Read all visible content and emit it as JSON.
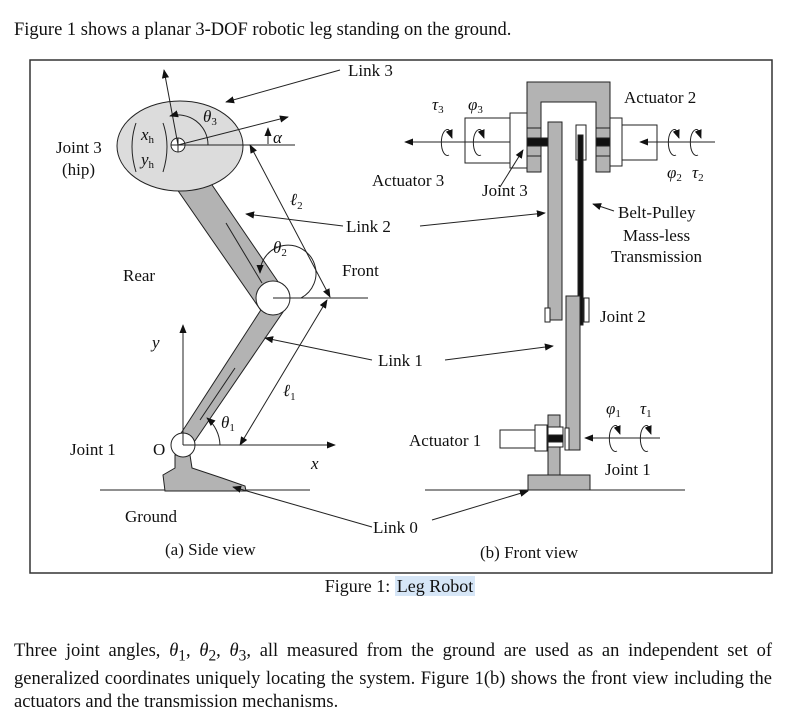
{
  "intro": "Figure 1 shows a planar 3-DOF robotic leg standing on the ground.",
  "figure": {
    "caption_prefix": "Figure 1:",
    "caption_highlight": "Leg Robot",
    "highlight_color": "#d6e6f7",
    "side_view": {
      "title": "(a) Side view",
      "joint3": "Joint 3",
      "hip": "(hip)",
      "xh": {
        "sym": "x",
        "sub": "h"
      },
      "yh": {
        "sym": "y",
        "sub": "h"
      },
      "theta3": {
        "sym": "θ",
        "sub": "3"
      },
      "alpha": "α",
      "l2": {
        "sym": "ℓ",
        "sub": "2"
      },
      "theta2": {
        "sym": "θ",
        "sub": "2"
      },
      "l1": {
        "sym": "ℓ",
        "sub": "1"
      },
      "theta1": {
        "sym": "θ",
        "sub": "1"
      },
      "rear": "Rear",
      "front": "Front",
      "y_axis": "y",
      "x_axis": "x",
      "origin": "O",
      "joint1": "Joint 1",
      "ground": "Ground"
    },
    "shared_labels": {
      "link3": "Link 3",
      "link2": "Link 2",
      "link1": "Link 1",
      "link0": "Link 0"
    },
    "front_view": {
      "title": "(b) Front view",
      "actuator2": "Actuator 2",
      "actuator3": "Actuator 3",
      "actuator1": "Actuator 1",
      "joint3": "Joint 3",
      "joint2": "Joint 2",
      "joint1": "Joint 1",
      "belt_lines": [
        "Belt-Pulley",
        "Mass-less",
        "Transmission"
      ],
      "tau3": {
        "sym": "τ",
        "sub": "3"
      },
      "phi3": {
        "sym": "φ",
        "sub": "3"
      },
      "phi2": {
        "sym": "φ",
        "sub": "2"
      },
      "tau2": {
        "sym": "τ",
        "sub": "2"
      },
      "phi1": {
        "sym": "φ",
        "sub": "1"
      },
      "tau1": {
        "sym": "τ",
        "sub": "1"
      }
    },
    "colors": {
      "link_fill": "#b3b3b3",
      "hip_fill": "#dcdcdc",
      "shaft": "#111111"
    }
  },
  "paragraph": "Three joint angles, θ1, θ2, θ3, all measured from the ground are used as an independent set of generalized coordinates uniquely locating the system. Figure 1(b) shows the front view including the actuators and the transmission mechanisms.",
  "paragraph_parts": {
    "a": "Three joint angles, ",
    "t": "θ",
    "s1": "1",
    "s2": "2",
    "s3": "3",
    "c": ", ",
    "b": ", all measured from the ground are used as an independent set of generalized coordinates uniquely locating the system. Figure 1(b) shows the front view including the actuators and the transmission mechanisms."
  }
}
